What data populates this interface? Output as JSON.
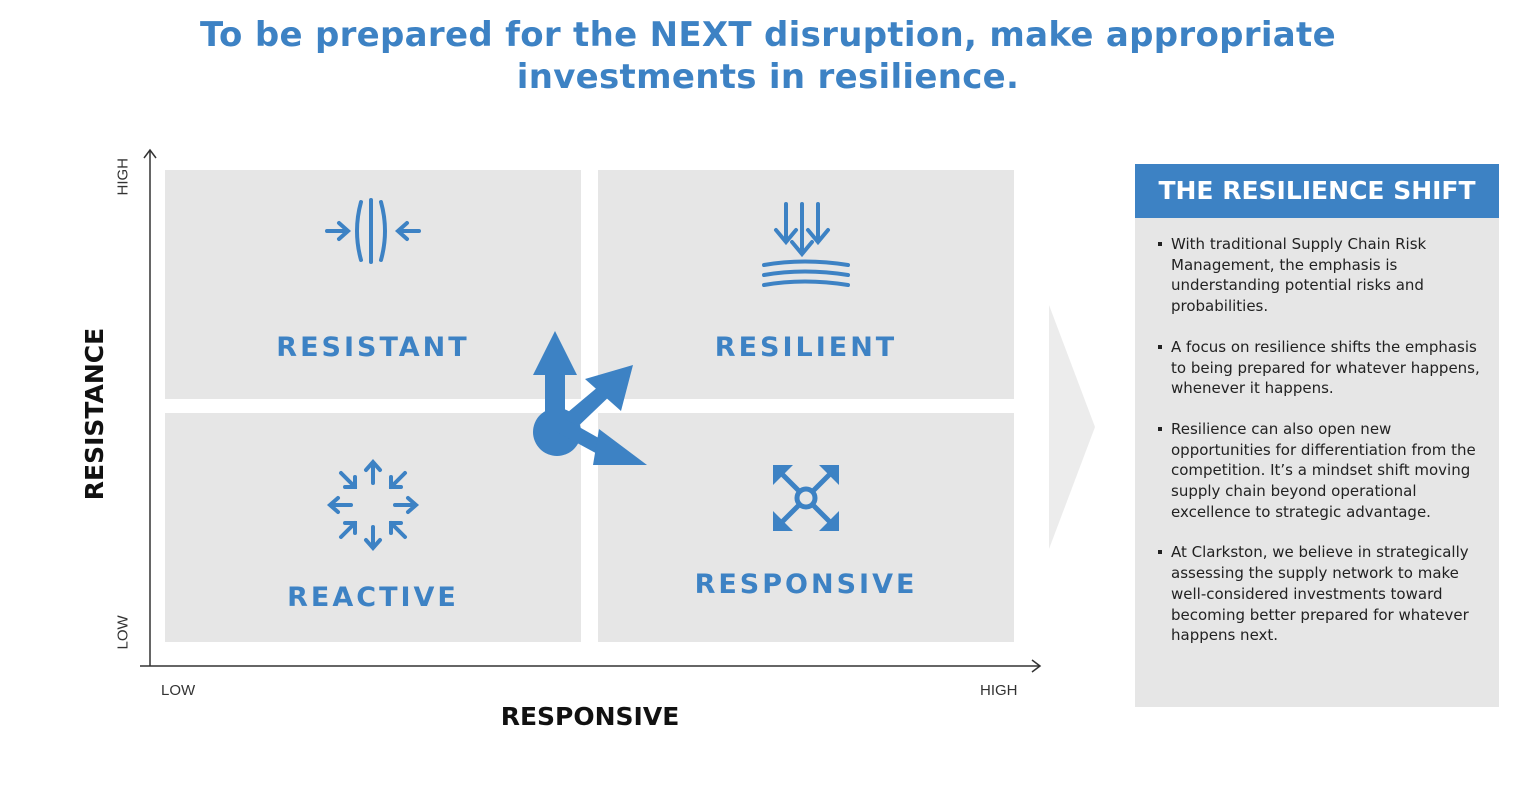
{
  "title": {
    "line1": "To be prepared for the NEXT disruption, make appropriate",
    "line2": "investments in resilience."
  },
  "matrix": {
    "x_axis": {
      "title": "RESPONSIVE",
      "low": "LOW",
      "high": "HIGH"
    },
    "y_axis": {
      "title": "RESISTANCE",
      "low": "LOW",
      "high": "HIGH"
    },
    "quadrants": {
      "top_left": {
        "label": "RESISTANT",
        "icon": "compress-arrows-icon"
      },
      "top_right": {
        "label": "RESILIENT",
        "icon": "absorb-arrows-icon"
      },
      "bottom_left": {
        "label": "REACTIVE",
        "icon": "inward-arrows-ring-icon"
      },
      "bottom_right": {
        "label": "RESPONSIVE",
        "icon": "expand-arrows-icon"
      }
    },
    "center_icon": "shift-arrows-icon"
  },
  "panel": {
    "header": "THE RESILIENCE SHIFT",
    "bullets": [
      "With traditional Supply Chain Risk Management, the emphasis is understanding potential risks and probabilities.",
      "A focus on resilience shifts the emphasis to being prepared for whatever happens, whenever it happens.",
      "Resilience can also open new opportunities for differentiation from the competition. It’s a mindset shift moving supply chain beyond operational excellence to strategic advantage.",
      "At Clarkston, we believe in strategically assessing the supply network to make well-considered investments toward becoming better prepared for whatever happens next."
    ]
  },
  "colors": {
    "accent": "#3d82c4",
    "quadrant": "#e6e6e6",
    "text": "#222222"
  }
}
